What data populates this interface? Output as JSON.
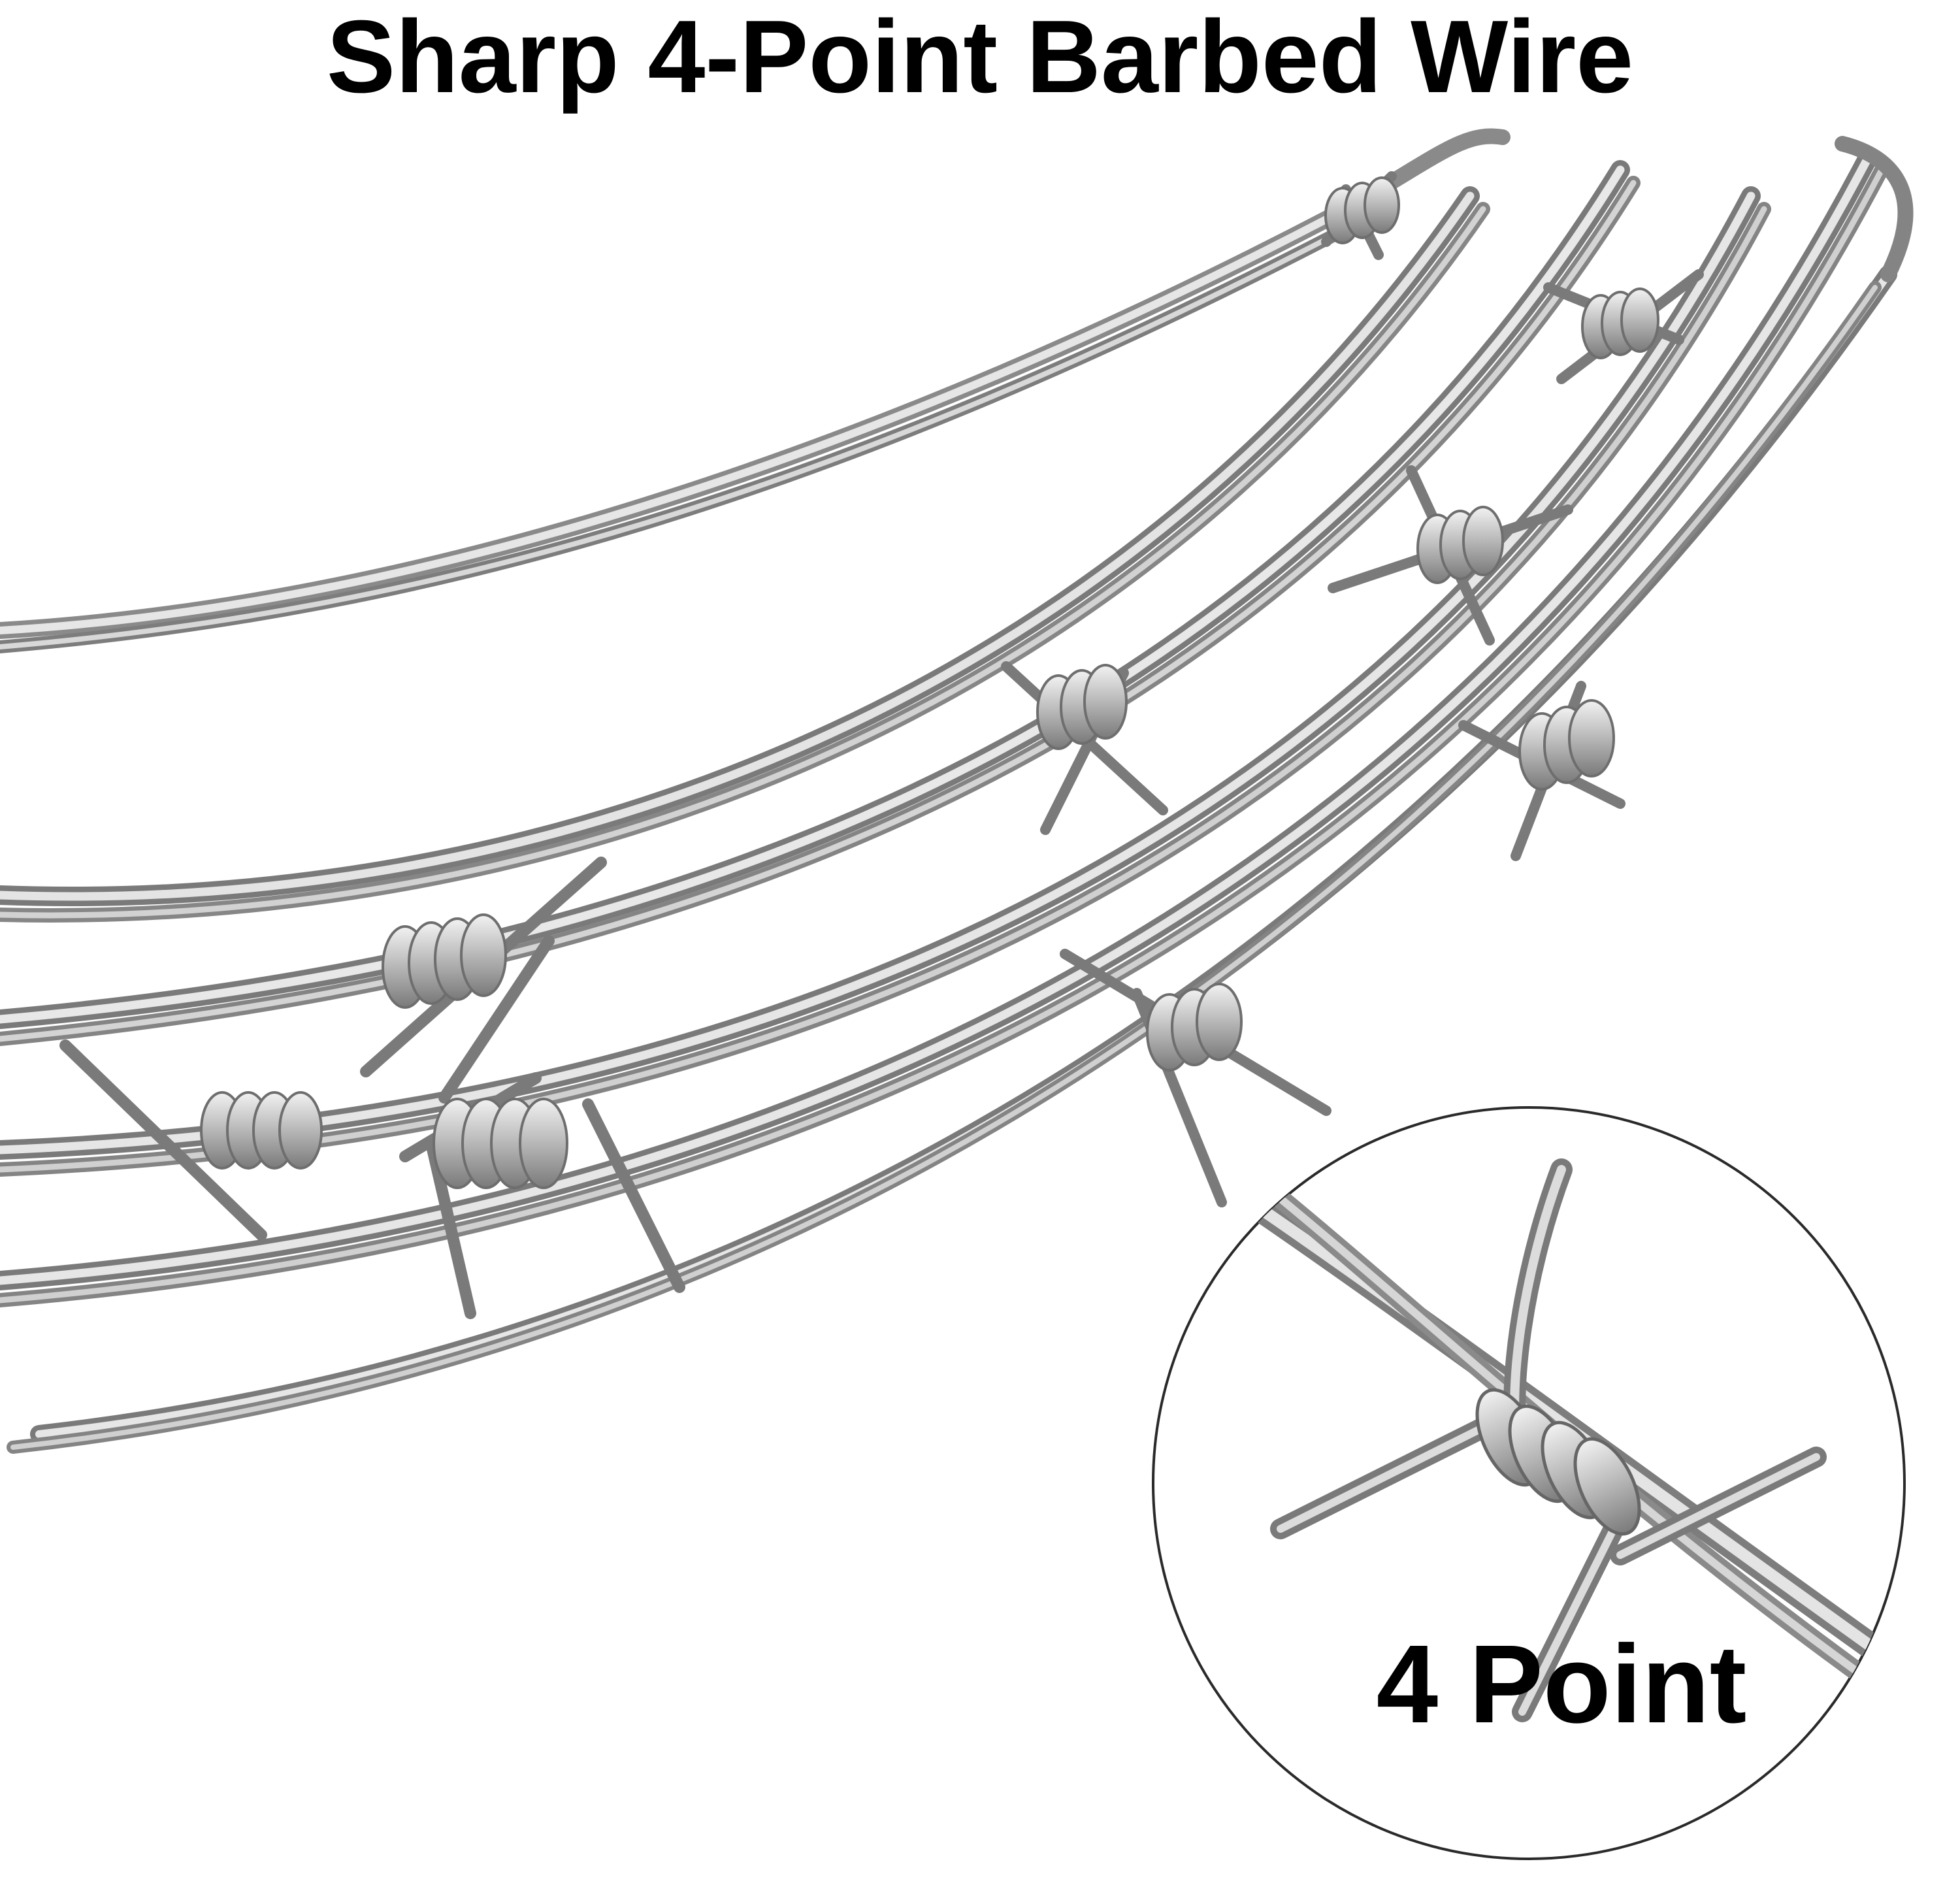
{
  "header": {
    "title": "Sharp 4-Point Barbed Wire"
  },
  "inset": {
    "label": "4 Point"
  },
  "colors": {
    "background": "#ffffff",
    "wire": "#9a9a9a",
    "wire_light": "#e2e2e2",
    "wire_dark": "#6e6e6e",
    "inset_border": "#2a2a2a",
    "text": "#000000"
  },
  "icons": {
    "main_illustration": "barbed-wire-coil-image",
    "inset_illustration": "barb-closeup-image"
  }
}
